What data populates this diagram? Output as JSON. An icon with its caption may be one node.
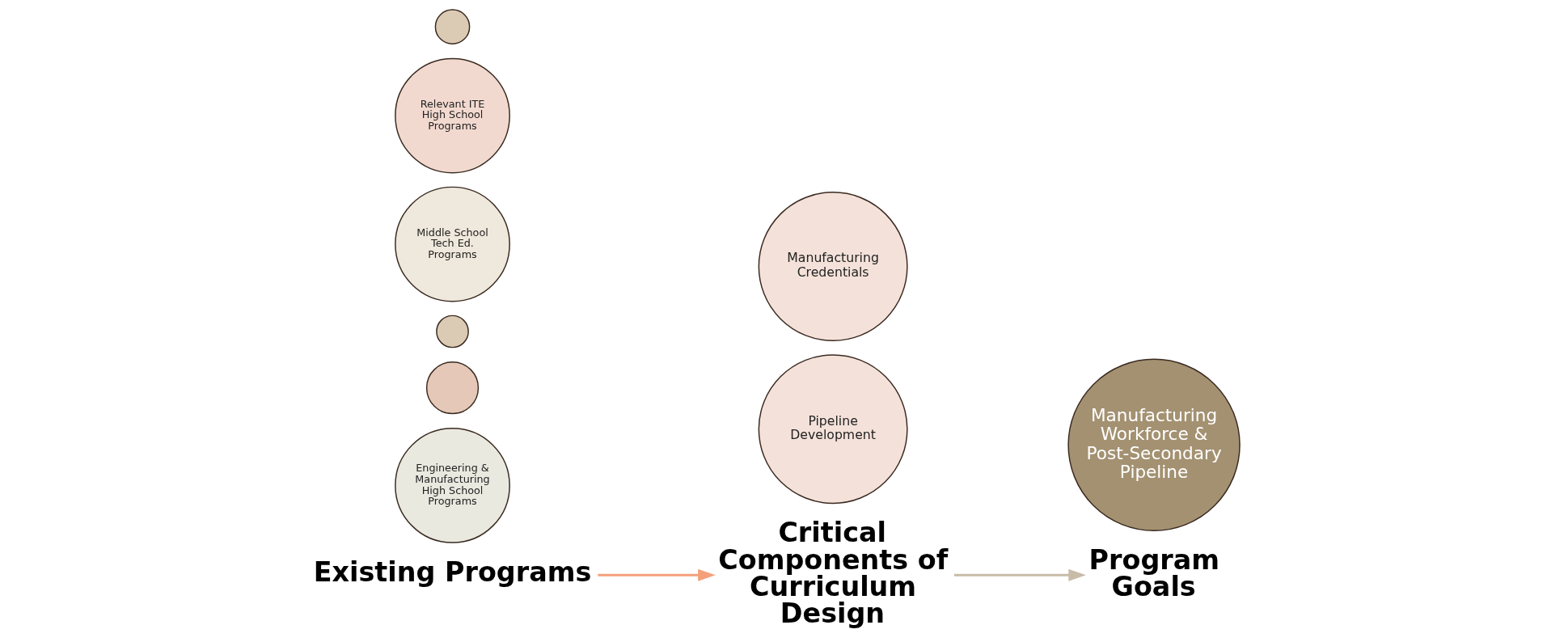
{
  "diagram": {
    "nodes": [
      {
        "text": [],
        "shape": "circle"
      },
      {
        "text": [
          "Relevant ITE High School Programs"
        ]
      },
      {
        "text": [
          "Middle School Tech Ed. Programs"
        ]
      },
      {
        "text": [],
        "shape": "circle"
      },
      {
        "text": [],
        "shape": "circle"
      },
      {
        "text": [
          "Engineering & Manufacturing High School Programs"
        ]
      },
      {
        "text": [
          "Manufacturing Credentials"
        ]
      },
      {
        "text": [
          "Pipeline Development"
        ]
      },
      {
        "text": [
          "Manufacturing Workforce & Post-Secondary Pipeline"
        ]
      },
      {
        "text": [
          "Existing Programs"
        ]
      },
      {
        "text": [
          "Critical Components of Curriculum Design"
        ]
      },
      {
        "text": [
          "Program Goals"
        ]
      }
    ],
    "edges": [
      {
        "from": 9,
        "to": 10,
        "arrow": "to",
        "color": "#f4a07a"
      },
      {
        "from": 10,
        "to": 11,
        "arrow": "to",
        "color": "#c8bca8"
      }
    ]
  }
}
